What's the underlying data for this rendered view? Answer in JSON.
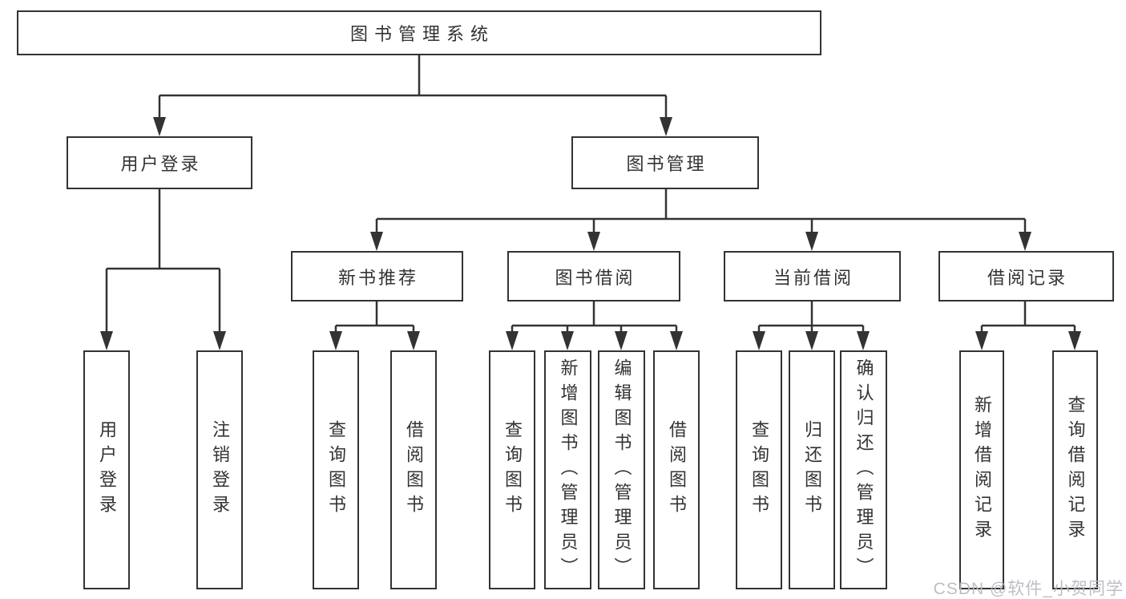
{
  "diagram": {
    "root": {
      "label": "图书管理系统"
    },
    "branches": [
      {
        "label": "用户登录",
        "children": [
          {
            "label": "用户登录"
          },
          {
            "label": "注销登录"
          }
        ]
      },
      {
        "label": "图书管理",
        "children": [
          {
            "label": "新书推荐",
            "children": [
              {
                "label": "查询图书"
              },
              {
                "label": "借阅图书"
              }
            ]
          },
          {
            "label": "图书借阅",
            "children": [
              {
                "label": "查询图书"
              },
              {
                "label": "新增图书（管理员）"
              },
              {
                "label": "编辑图书（管理员）"
              },
              {
                "label": "借阅图书"
              }
            ]
          },
          {
            "label": "当前借阅",
            "children": [
              {
                "label": "查询图书"
              },
              {
                "label": "归还图书"
              },
              {
                "label": "确认归还（管理员）"
              }
            ]
          },
          {
            "label": "借阅记录",
            "children": [
              {
                "label": "新增借阅记录"
              },
              {
                "label": "查询借阅记录"
              }
            ]
          }
        ]
      }
    ]
  },
  "watermark": {
    "text": "CSDN @软件_小贺同学"
  },
  "colors": {
    "line": "#333333",
    "box_border": "#333333",
    "text": "#333333",
    "background": "#ffffff",
    "watermark": "#b7b9c0"
  }
}
